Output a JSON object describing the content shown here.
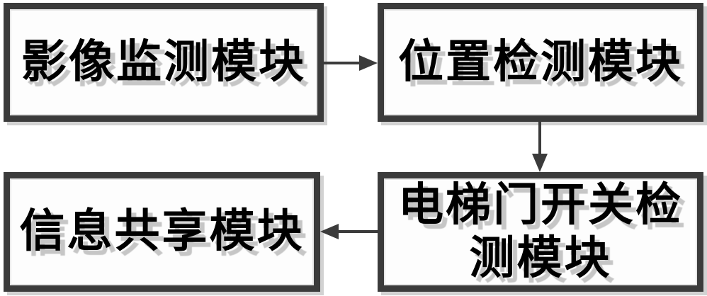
{
  "diagram": {
    "type": "flowchart",
    "background_color": "#ffffff",
    "box_border_color": "#3b3b3b",
    "box_shadow_color": "#d2d2d2",
    "text_color": "#000000",
    "text_shadow_color": "#c6c6c6",
    "arrow_color": "#3b3b3b",
    "boxes": [
      {
        "id": "image-monitoring",
        "label": "影像监测模块",
        "lines": [
          "影像监测模块"
        ]
      },
      {
        "id": "position-detection",
        "label": "位置检测模块",
        "lines": [
          "位置检测模块"
        ]
      },
      {
        "id": "door-detection",
        "label": "电梯门开关检测模块",
        "lines": [
          "电梯门开关检",
          "测模块"
        ]
      },
      {
        "id": "info-sharing",
        "label": "信息共享模块",
        "lines": [
          "信息共享模块"
        ]
      }
    ],
    "connections": [
      {
        "from": "image-monitoring",
        "to": "position-detection",
        "direction": "right"
      },
      {
        "from": "position-detection",
        "to": "door-detection",
        "direction": "down"
      },
      {
        "from": "door-detection",
        "to": "info-sharing",
        "direction": "left"
      }
    ]
  }
}
